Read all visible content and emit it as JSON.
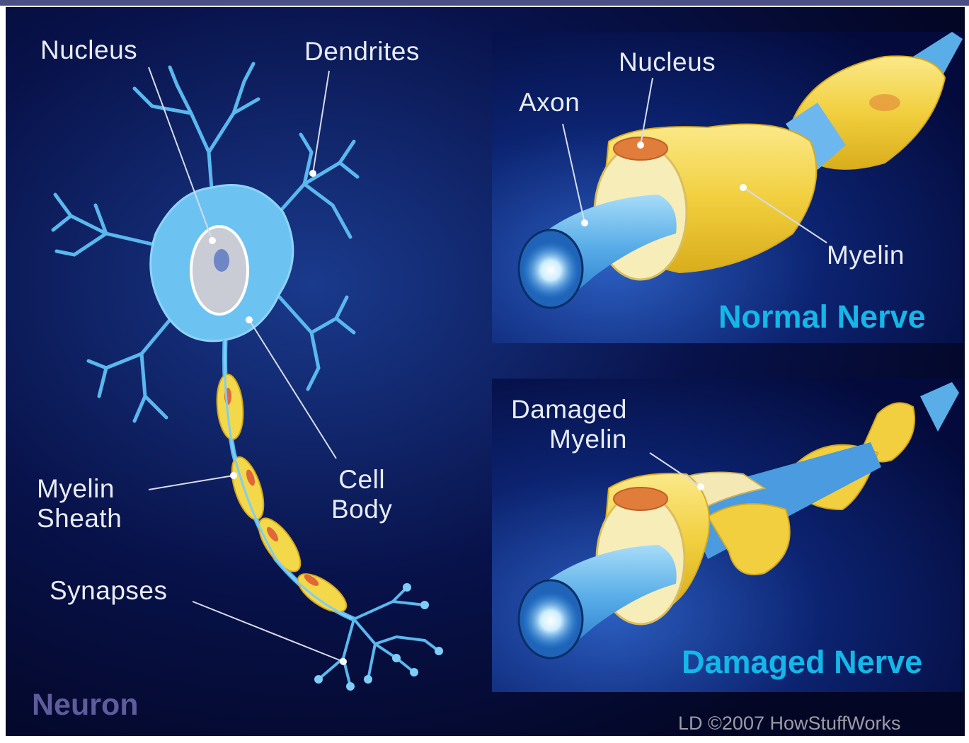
{
  "neuron": {
    "title": "Neuron",
    "labels": {
      "nucleus": "Nucleus",
      "dendrites": "Dendrites",
      "myelin_sheath": "Myelin\nSheath",
      "cell_body": "Cell\nBody",
      "synapses": "Synapses"
    }
  },
  "normal_nerve": {
    "title": "Normal Nerve",
    "labels": {
      "axon": "Axon",
      "nucleus": "Nucleus",
      "myelin": "Myelin"
    }
  },
  "damaged_nerve": {
    "title": "Damaged Nerve",
    "labels": {
      "damaged_myelin": "Damaged\nMyelin"
    }
  },
  "credit": "LD ©2007 HowStuffWorks",
  "colors": {
    "background": "#060b3a",
    "neuron_blue": "#5ab8ee",
    "myelin_yellow": "#f3d84a",
    "title_cyan": "#14b7e8",
    "neuron_title": "#5e5c9c"
  }
}
